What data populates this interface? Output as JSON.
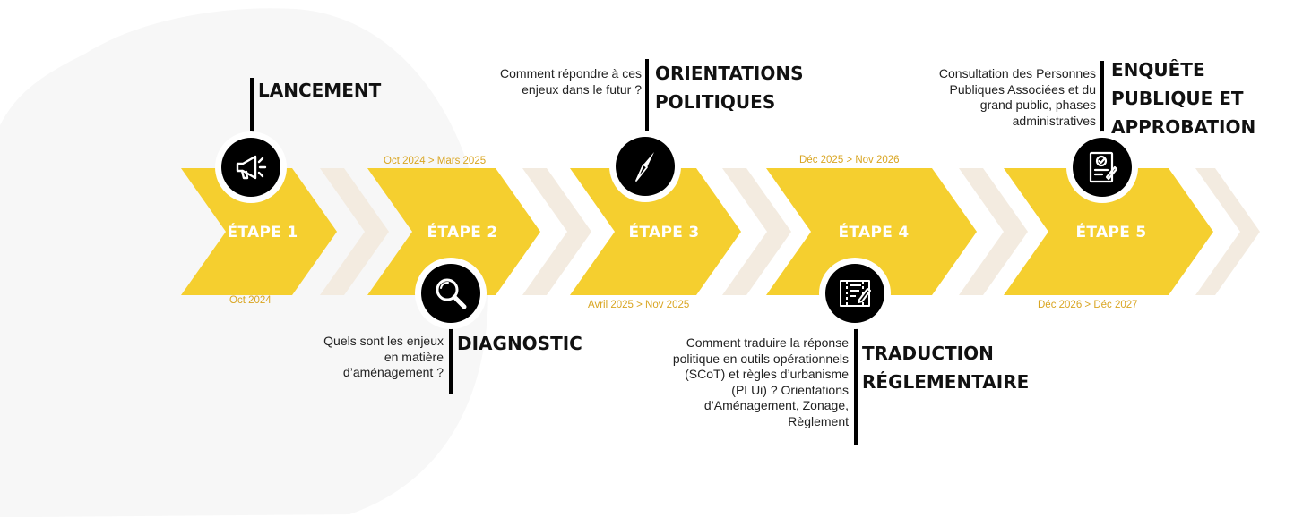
{
  "colors": {
    "yellow": "#f5cf2f",
    "beige": "#f3ebe0",
    "blob": "#f7f7f7",
    "date": "#d9a521",
    "icon_bg": "#000000"
  },
  "steps": [
    {
      "label": "ÉTAPE 1",
      "date": "Oct 2024",
      "title": "LANCEMENT",
      "description": "",
      "icon": "megaphone-icon"
    },
    {
      "label": "ÉTAPE 2",
      "date": "Oct 2024 > Mars 2025",
      "title": "DIAGNOSTIC",
      "description": "Quels sont les enjeux en matière d’aménagement ?",
      "icon": "magnifier-icon"
    },
    {
      "label": "ÉTAPE 3",
      "date": "Avril 2025 > Nov 2025",
      "title": "ORIENTATIONS POLITIQUES",
      "description": "Comment répondre à ces enjeux dans le futur ?",
      "icon": "compass-icon"
    },
    {
      "label": "ÉTAPE 4",
      "date": "Déc 2025 > Nov 2026",
      "title": "TRADUCTION RÉGLEMENTAIRE",
      "description": "Comment traduire la réponse politique en outils opérationnels (SCoT) et règles d’urbanisme (PLUi) ? Orientations d’Aménagement, Zonage, Règlement",
      "icon": "map-pen-icon"
    },
    {
      "label": "ÉTAPE 5",
      "date": "Déc 2026 > Déc 2027",
      "title": "ENQUÊTE PUBLIQUE ET APPROBATION",
      "description": "Consultation des Personnes Publiques Associées et du grand public, phases administratives",
      "icon": "document-check-icon"
    }
  ]
}
